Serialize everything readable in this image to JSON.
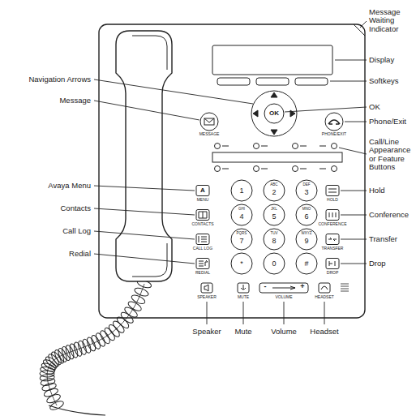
{
  "diagram": {
    "labels": [
      "Message Waiting Indicator",
      "Display",
      "Softkeys",
      "OK",
      "Phone/Exit",
      "Call/Line Appearance or Feature Buttons",
      "Navigation Arrows",
      "Message",
      "Avaya Menu",
      "Contacts",
      "Call Log",
      "Redial",
      "Hold",
      "Conference",
      "Transfer",
      "Drop",
      "Speaker",
      "Mute",
      "Volume",
      "Headset",
      "OK",
      "MESSAGE",
      "PHONE/EXIT",
      "MENU",
      "A",
      "CONTACTS",
      "CALL LOG",
      "REDIAL",
      "HOLD",
      "CONFERENCE",
      "TRANSFER",
      "DROP",
      "SPEAKER",
      "MUTE",
      "VOLUME",
      "HEADSET",
      "1",
      "ABC",
      "2",
      "DEF",
      "3",
      "GHI",
      "4",
      "JKL",
      "5",
      "MNO",
      "6",
      "PQRS",
      "7",
      "TUV",
      "8",
      "WXYZ",
      "9",
      "*",
      "0",
      "#",
      "-",
      "+"
    ]
  }
}
